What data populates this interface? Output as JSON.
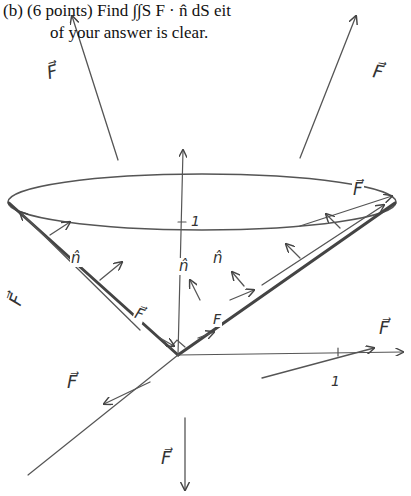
{
  "diagram": {
    "labels": [
      "(b) (6 points) Find ∫∫S F · n̂ dS eit",
      "of your answer is clear.",
      "F⃗",
      "F⃗",
      "1",
      "F⃗",
      "n̂",
      "n̂",
      "n̂",
      "F⃗",
      "F⃗",
      "F",
      "F⃗",
      "F⃗",
      "1",
      "F⃗"
    ]
  }
}
